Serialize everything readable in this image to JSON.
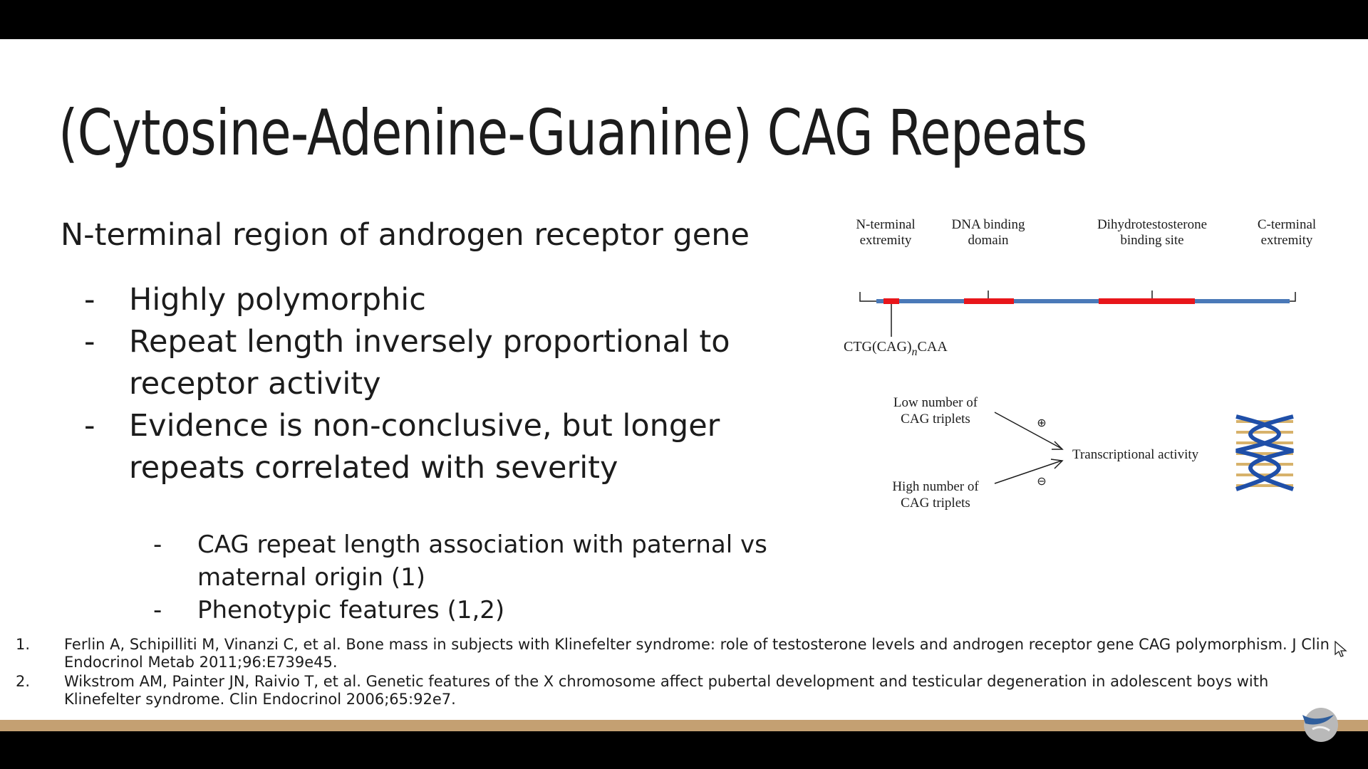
{
  "slide": {
    "title": "(Cytosine-Adenine-Guanine) CAG Repeats",
    "subheading": "N-terminal region of androgen receptor gene",
    "bullets": [
      {
        "dash": "-",
        "text": "Highly polymorphic"
      },
      {
        "dash": "-",
        "text": "Repeat length inversely proportional to receptor activity"
      },
      {
        "dash": "-",
        "text": "Evidence is non-conclusive, but longer repeats correlated with severity"
      }
    ],
    "sub_bullets": [
      {
        "dash": "-",
        "text": "CAG repeat length association with paternal vs maternal origin (1)"
      },
      {
        "dash": "-",
        "text": "Phenotypic features (1,2)"
      }
    ]
  },
  "figure": {
    "gene_labels": {
      "n_terminal_1": "N-terminal",
      "n_terminal_2": "extremity",
      "dna_binding_1": "DNA binding",
      "dna_binding_2": "domain",
      "dht_1": "Dihydrotestosterone",
      "dht_2": "binding site",
      "c_terminal_1": "C-terminal",
      "c_terminal_2": "extremity"
    },
    "sequence": {
      "prefix": "CTG(CAG)",
      "subscript": "n",
      "suffix": "CAA"
    },
    "low_1": "Low number of",
    "low_2": "CAG triplets",
    "high_1": "High number of",
    "high_2": "CAG triplets",
    "plus_sign": "⊕",
    "minus_sign": "⊖",
    "outcome": "Transcriptional activity",
    "colors": {
      "gene_bar": "#4a79b8",
      "domain": "#e8161b",
      "helix_blue": "#1f4fa8",
      "helix_gold": "#d7b26b"
    }
  },
  "references": [
    {
      "num": "1.",
      "text": "Ferlin A, Schipilliti M, Vinanzi C, et al. Bone mass in subjects with Klinefelter syndrome: role of testosterone levels and androgen receptor gene CAG polymorphism. J Clin Endocrinol Metab 2011;96:E739e45."
    },
    {
      "num": "2.",
      "text": "Wikstrom AM, Painter JN, Raivio T, et al. Genetic features of the X chromosome affect pubertal development and testicular degeneration in adolescent boys with Klinefelter syndrome. Clin Endocrinol 2006;65:92e7."
    }
  ],
  "theme": {
    "accent_strip": "#c4a072",
    "text": "#1c1c1c"
  }
}
